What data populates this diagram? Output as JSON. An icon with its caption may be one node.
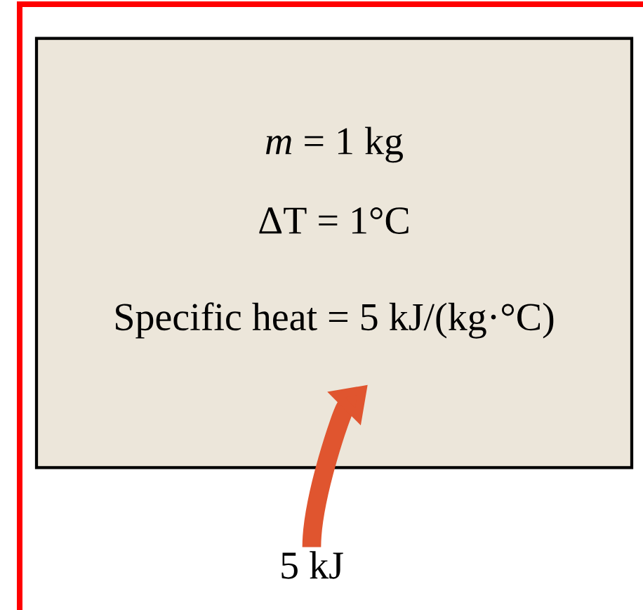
{
  "diagram": {
    "nodes": [
      {
        "text": [
          "*m* = 1 kg",
          "ΔT = 1°C",
          "Specific heat = 5 kJ/(kg·°C)"
        ]
      },
      {
        "text": [
          "5 kJ"
        ]
      }
    ],
    "edges": [
      {
        "from": 1,
        "to": 0,
        "arrow": "to",
        "color": "#e0552f"
      }
    ]
  }
}
